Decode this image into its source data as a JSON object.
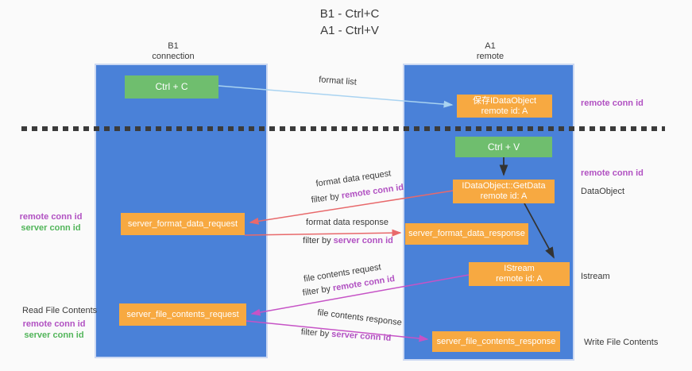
{
  "title": {
    "line1": "B1 - Ctrl+C",
    "line2": "A1 - Ctrl+V"
  },
  "columns": {
    "left": {
      "name": "B1",
      "role": "connection"
    },
    "right": {
      "name": "A1",
      "role": "remote"
    }
  },
  "boxes": {
    "ctrl_c": "Ctrl + C",
    "ctrl_v": "Ctrl + V",
    "save_dataobject": {
      "line1": "保存IDataObject",
      "line2": "remote id: A"
    },
    "getdata": {
      "line1": "IDataObject::GetData",
      "line2": "remote id: A"
    },
    "istream": {
      "line1": "IStream",
      "line2": "remote id: A"
    },
    "server_format_data_request": "server_format_data_request",
    "server_format_data_response": "server_format_data_response",
    "server_file_contents_request": "server_file_contents_request",
    "server_file_contents_response": "server_file_contents_response"
  },
  "side_labels": {
    "remote_conn_id": "remote conn id",
    "server_conn_id": "server conn id",
    "dataobject": "DataObject",
    "istream": "Istream",
    "read_file_contents": "Read File Contents",
    "write_file_contents": "Write File Contents"
  },
  "arrow_labels": {
    "format_list": "format list",
    "format_data_request": "format data request",
    "format_data_response": "format data response",
    "file_contents_request": "file contents request",
    "file_contents_response": "file contents response",
    "filter_prefix": "filter by ",
    "remote_conn_id": "remote conn id",
    "server_conn_id": "server conn id"
  },
  "colors": {
    "column_blue": "#4a81d8",
    "box_orange": "#f7a941",
    "box_green": "#6fbe6e",
    "arrow_light_blue": "#a9d3f1",
    "arrow_red": "#e8696b",
    "arrow_magenta": "#c653c6",
    "arrow_black": "#333333",
    "text_purple": "#b151c2",
    "text_green": "#52b55a"
  }
}
